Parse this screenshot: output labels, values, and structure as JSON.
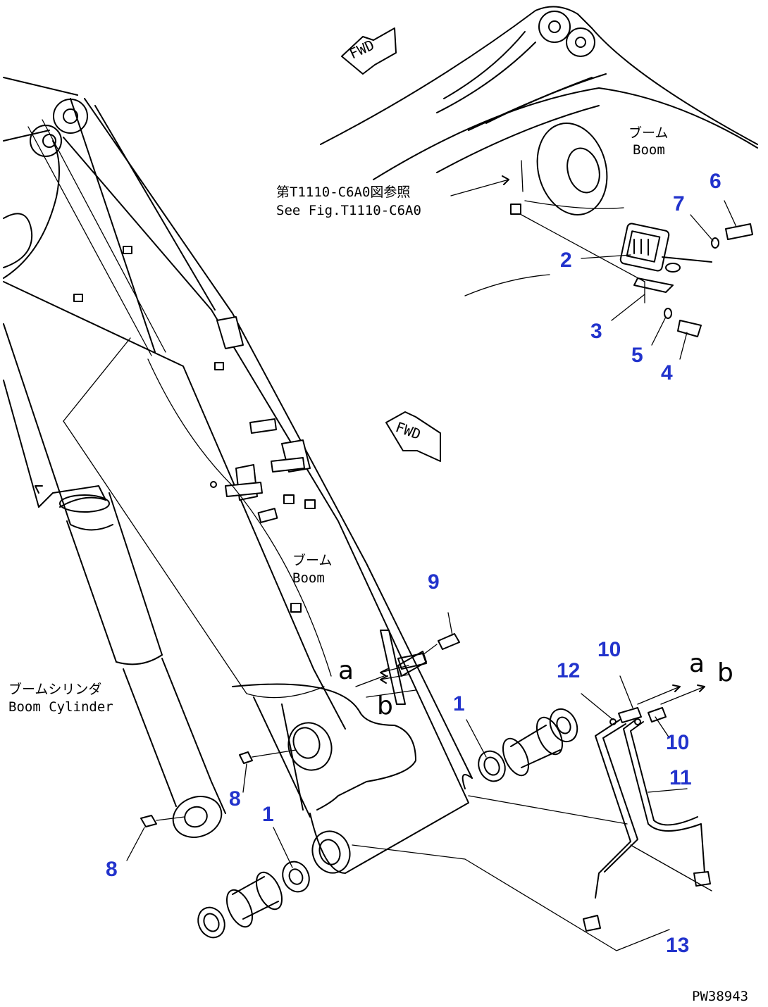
{
  "callouts": [
    "1",
    "2",
    "3",
    "4",
    "5",
    "6",
    "7",
    "8",
    "9",
    "10",
    "11",
    "12",
    "13"
  ],
  "labels": {
    "boom_jp": "ブーム",
    "boom_en": "Boom",
    "boom_cyl_jp": "ブームシリンダ",
    "boom_cyl_en": "Boom Cylinder",
    "ref_jp": "第T1110-C6A0図参照",
    "ref_en": "See Fig.T1110-C6A0",
    "fwd": "FWD",
    "conn_a": "a",
    "conn_b": "b",
    "drawing_no": "PW38943"
  },
  "colors": {
    "callout": "#2233cc",
    "line": "#000000",
    "background": "#ffffff"
  }
}
